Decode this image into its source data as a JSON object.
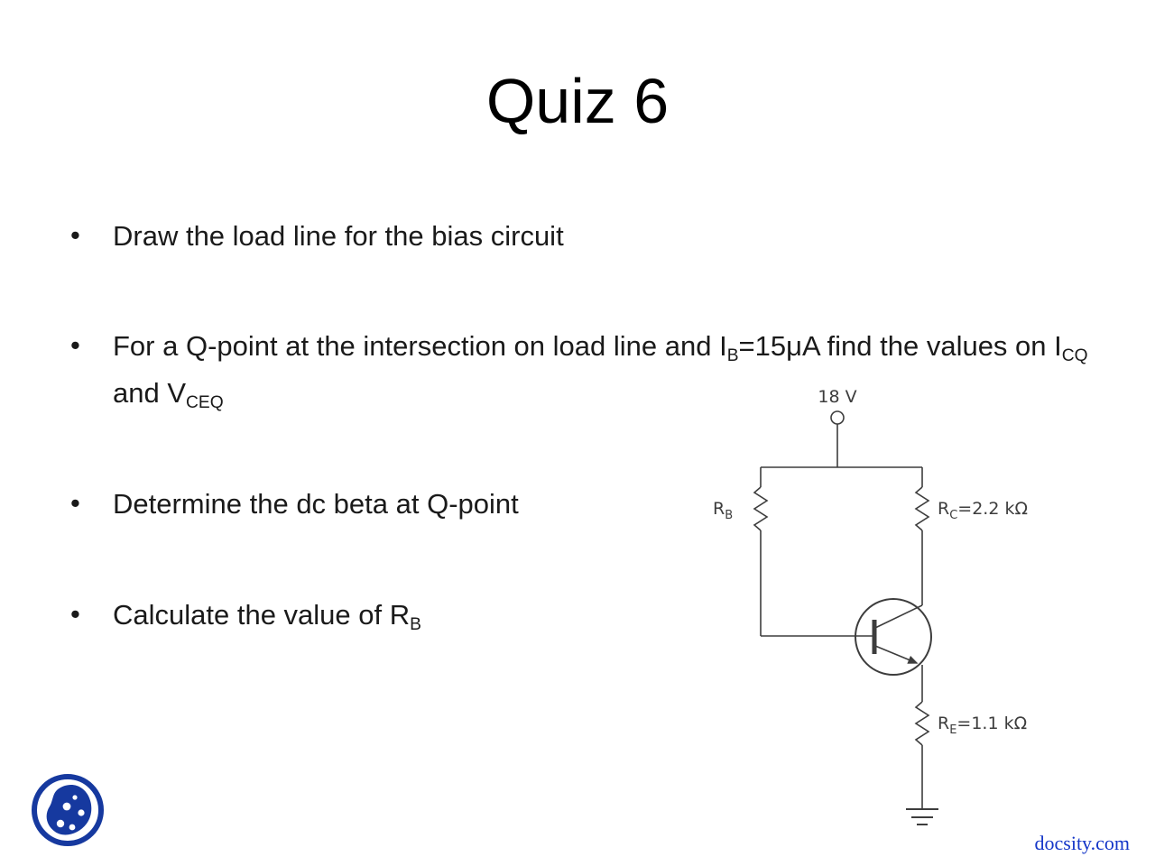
{
  "title": "Quiz 6",
  "bullets": {
    "marker": "•",
    "b1": "Draw the load line for the bias circuit",
    "b2": {
      "t1": "For a Q-point at the intersection on load line and I",
      "s1": "B",
      "t2": "=15μA find the values on I",
      "s2": "CQ",
      "t3": " and V",
      "s3": "CEQ"
    },
    "b3": "Determine the dc beta at Q-point",
    "b4": {
      "t1": "Calculate the value of R",
      "s1": "B"
    }
  },
  "circuit": {
    "supply_label": "18 V",
    "rb": {
      "name": "R",
      "sub": "B",
      "value": ""
    },
    "rc": {
      "name": "R",
      "sub": "C",
      "value": "=2.2 kΩ"
    },
    "re": {
      "name": "R",
      "sub": "E",
      "value": "=1.1 kΩ"
    }
  },
  "footer": {
    "site": "docsity.com"
  },
  "colors": {
    "link_blue": "#1436c8",
    "logo_blue": "#16399f",
    "circuit_gray": "#3d3d3d",
    "text_black": "#1a1a1a"
  }
}
